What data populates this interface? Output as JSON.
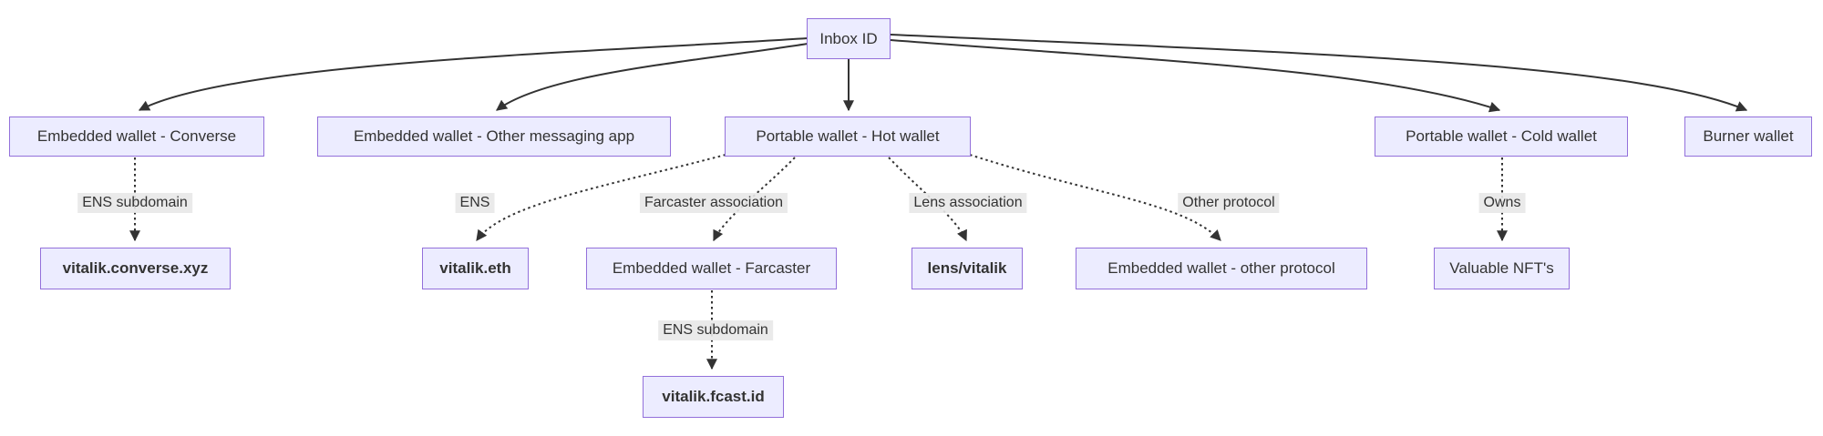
{
  "diagram": {
    "type": "flowchart",
    "background": "#ffffff"
  },
  "colors": {
    "node_fill": "#ECECFF",
    "node_border": "#9370DB",
    "edge_stroke": "#333333",
    "text": "#333333",
    "edge_label_bg": "#e8e8e8"
  },
  "nodes": {
    "inbox_id": {
      "label": "Inbox ID"
    },
    "embedded_converse": {
      "label": "Embedded wallet - Converse"
    },
    "embedded_other_messaging": {
      "label": "Embedded wallet - Other messaging app"
    },
    "portable_hot": {
      "label": "Portable wallet - Hot wallet"
    },
    "portable_cold": {
      "label": "Portable wallet - Cold wallet"
    },
    "burner": {
      "label": "Burner wallet"
    },
    "vitalik_converse": {
      "label": "vitalik.converse.xyz"
    },
    "vitalik_eth": {
      "label": "vitalik.eth"
    },
    "embedded_farcaster": {
      "label": "Embedded wallet - Farcaster"
    },
    "lens_vitalik": {
      "label": "lens/vitalik"
    },
    "embedded_other_protocol": {
      "label": "Embedded wallet - other protocol"
    },
    "valuable_nfts": {
      "label": "Valuable NFT's"
    },
    "vitalik_fcast": {
      "label": "vitalik.fcast.id"
    }
  },
  "edge_labels": {
    "ens_subdomain_converse": "ENS subdomain",
    "ens": "ENS",
    "farcaster_association": "Farcaster association",
    "lens_association": "Lens association",
    "other_protocol": "Other protocol",
    "owns": "Owns",
    "ens_subdomain_farcaster": "ENS subdomain"
  },
  "edges": [
    {
      "from": "Inbox ID",
      "to": "Embedded wallet - Converse",
      "style": "solid",
      "label": ""
    },
    {
      "from": "Inbox ID",
      "to": "Embedded wallet - Other messaging app",
      "style": "solid",
      "label": ""
    },
    {
      "from": "Inbox ID",
      "to": "Portable wallet - Hot wallet",
      "style": "solid",
      "label": ""
    },
    {
      "from": "Inbox ID",
      "to": "Portable wallet - Cold wallet",
      "style": "solid",
      "label": ""
    },
    {
      "from": "Inbox ID",
      "to": "Burner wallet",
      "style": "solid",
      "label": ""
    },
    {
      "from": "Embedded wallet - Converse",
      "to": "vitalik.converse.xyz",
      "style": "dotted",
      "label": "ENS subdomain"
    },
    {
      "from": "Portable wallet - Hot wallet",
      "to": "vitalik.eth",
      "style": "dotted",
      "label": "ENS"
    },
    {
      "from": "Portable wallet - Hot wallet",
      "to": "Embedded wallet - Farcaster",
      "style": "dotted",
      "label": "Farcaster association"
    },
    {
      "from": "Portable wallet - Hot wallet",
      "to": "lens/vitalik",
      "style": "dotted",
      "label": "Lens association"
    },
    {
      "from": "Portable wallet - Hot wallet",
      "to": "Embedded wallet - other protocol",
      "style": "dotted",
      "label": "Other protocol"
    },
    {
      "from": "Portable wallet - Cold wallet",
      "to": "Valuable NFT's",
      "style": "dotted",
      "label": "Owns"
    },
    {
      "from": "Embedded wallet - Farcaster",
      "to": "vitalik.fcast.id",
      "style": "dotted",
      "label": "ENS subdomain"
    }
  ]
}
